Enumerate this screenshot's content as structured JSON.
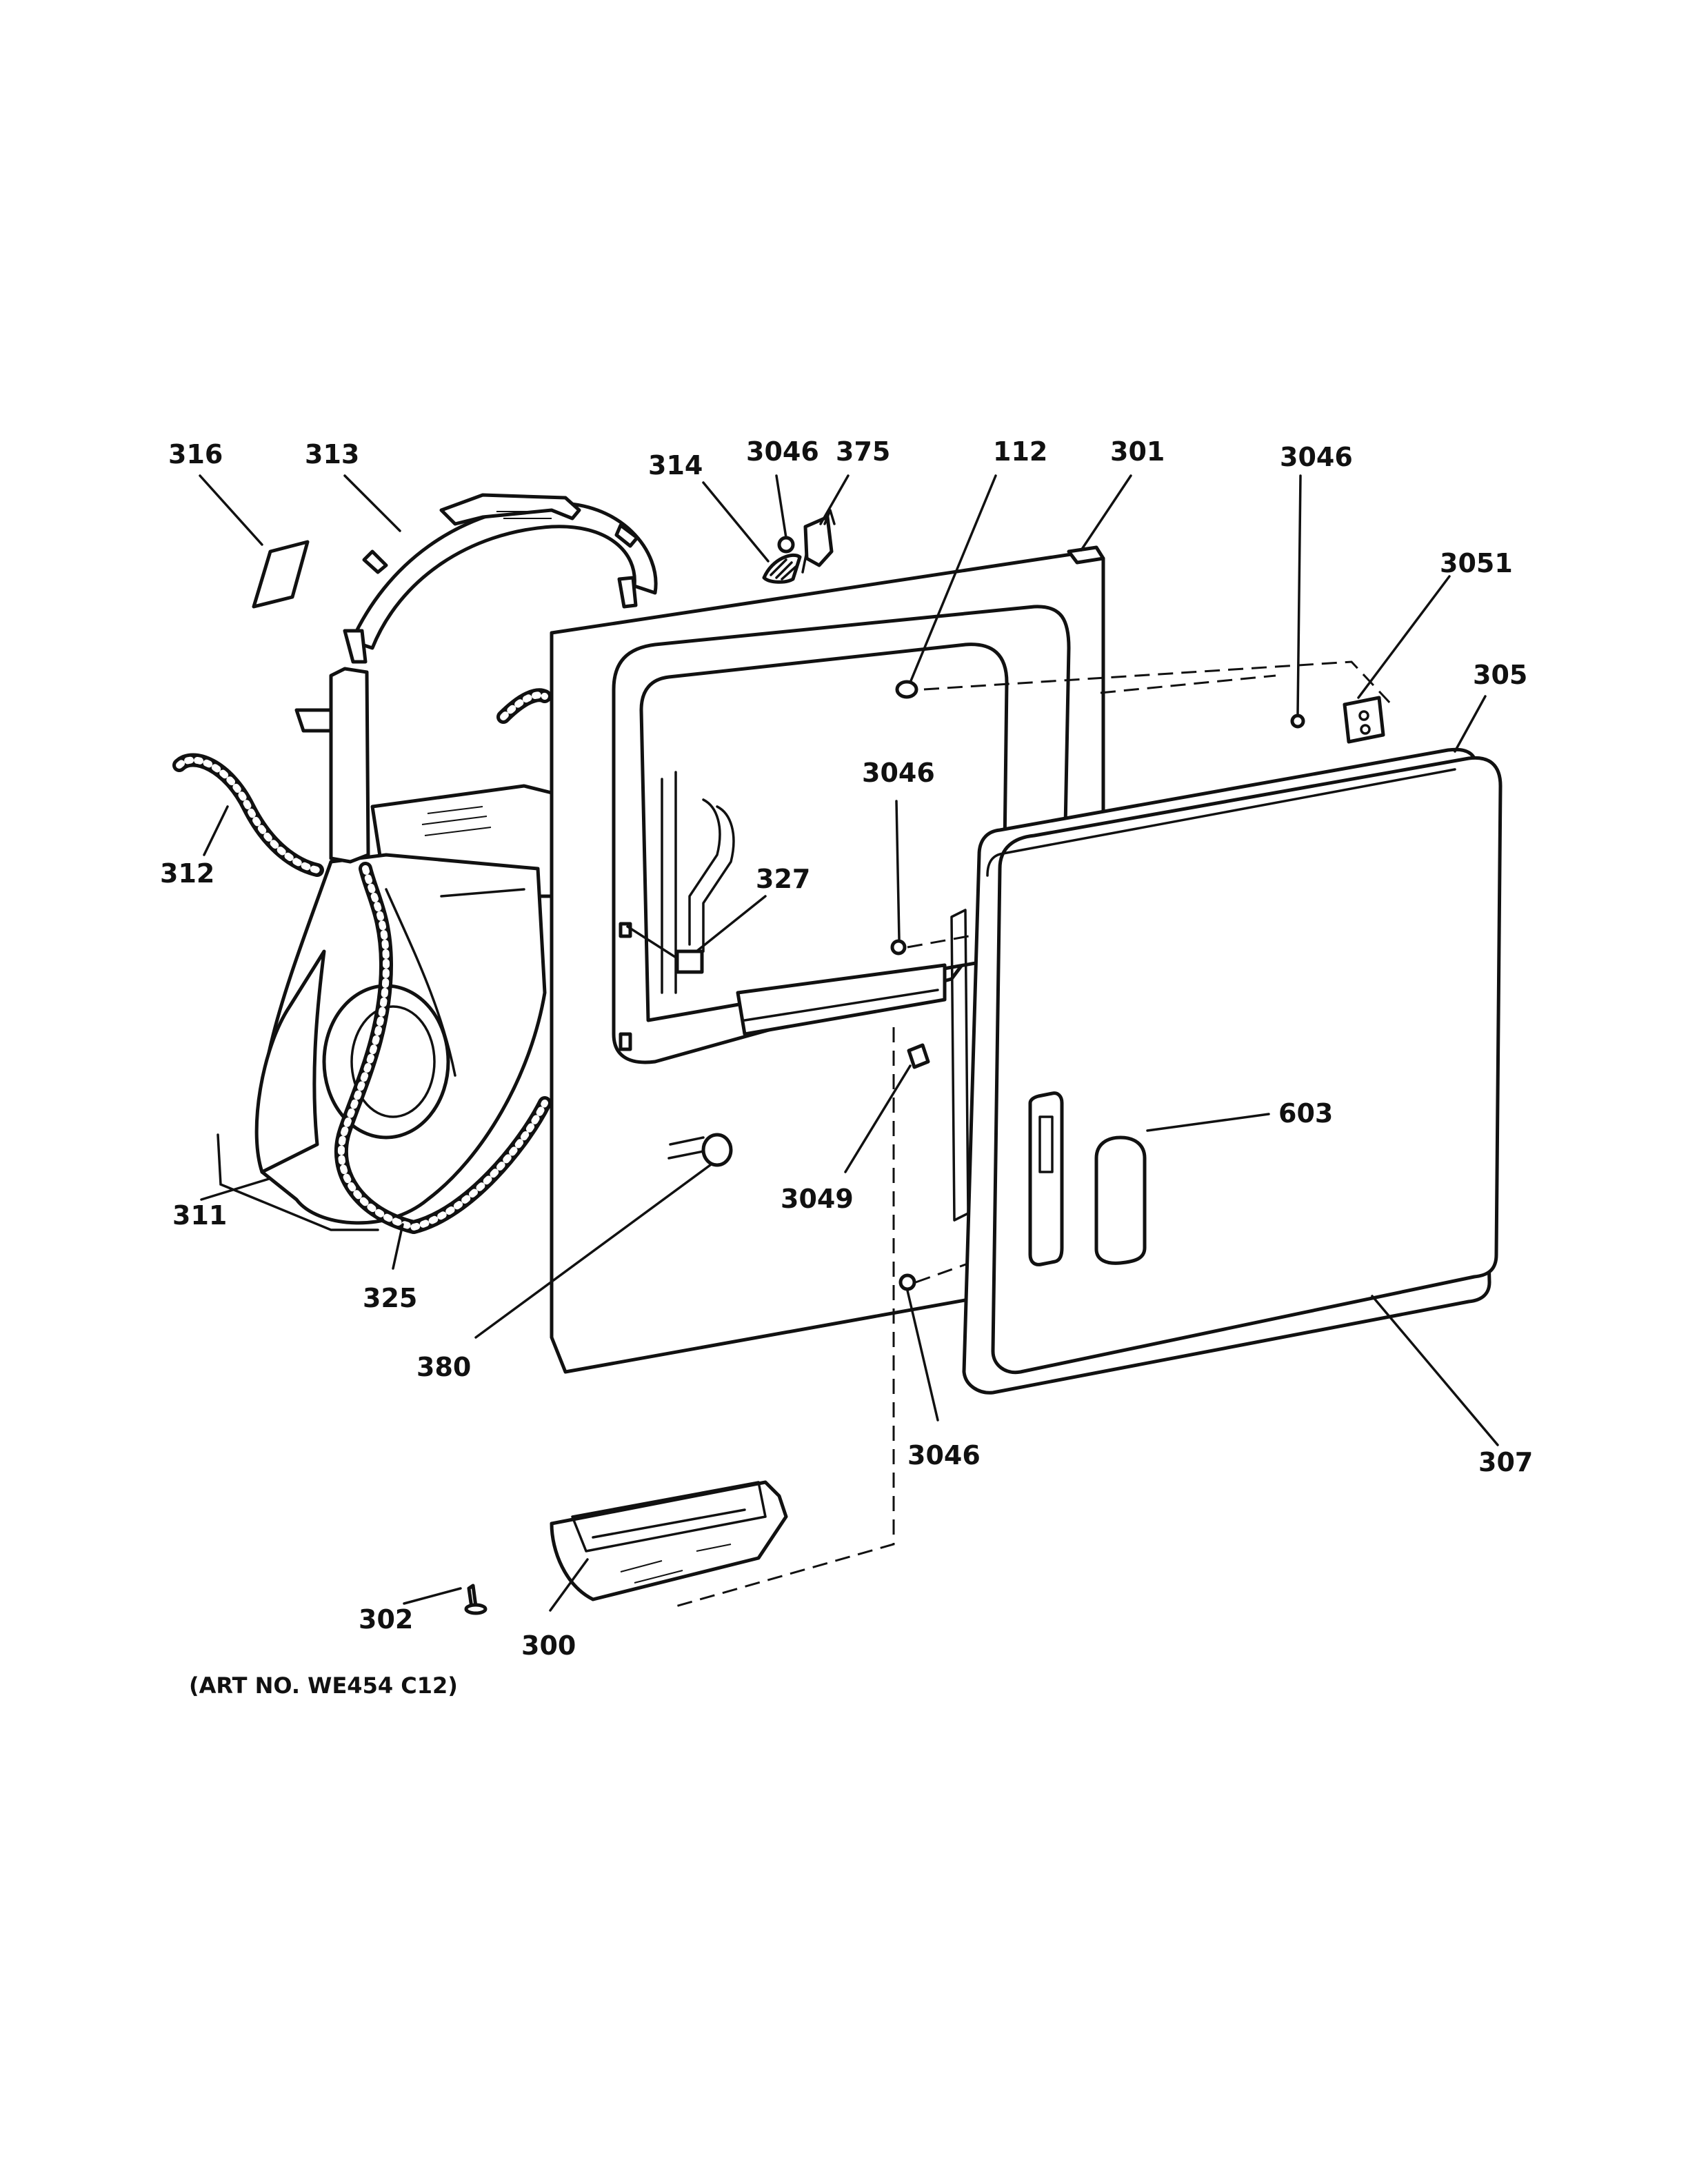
{
  "diagram": {
    "labels": {
      "p316": "316",
      "p313": "313",
      "p314": "314",
      "p3046_a": "3046",
      "p375": "375",
      "p112": "112",
      "p301": "301",
      "p3046_b": "3046",
      "p3051": "3051",
      "p305": "305",
      "p3046_c": "3046",
      "p312": "312",
      "p327": "327",
      "p603": "603",
      "p311": "311",
      "p3049": "3049",
      "p325": "325",
      "p380": "380",
      "p3046_d": "3046",
      "p307": "307",
      "p302": "302",
      "p300": "300"
    },
    "art_number": "(ART NO. WE454 C12)"
  }
}
